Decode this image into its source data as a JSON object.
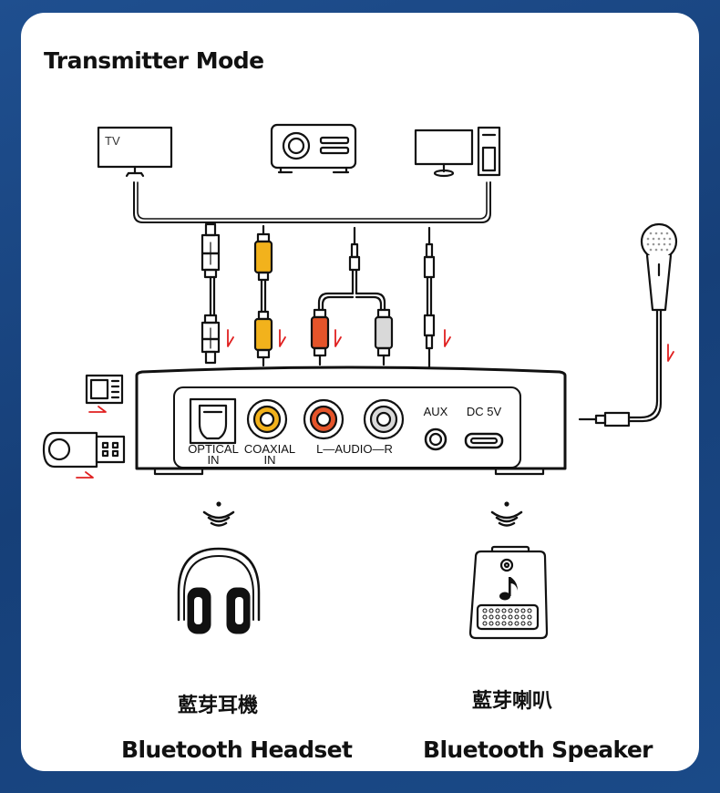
{
  "title": "Transmitter Mode",
  "sources": {
    "tv_label": "TV"
  },
  "ports": {
    "optical": "OPTICAL",
    "optical_sub": "IN",
    "coaxial": "COAXIAL",
    "coaxial_sub": "IN",
    "audio": "L—AUDIO—R",
    "aux": "AUX",
    "dc": "DC 5V"
  },
  "outputs": {
    "headset_cn": "藍芽耳機",
    "headset_en": "Bluetooth Headset",
    "speaker_cn": "藍芽喇叭",
    "speaker_en": "Bluetooth Speaker"
  },
  "colors": {
    "outline": "#111111",
    "coaxial_yellow": "#f2b21c",
    "rca_red": "#e5542a",
    "rca_white": "#d9d9d9",
    "arrow_red": "#e02020",
    "background_blue": "#1f4f8f"
  },
  "icons": [
    "tv-icon",
    "projector-icon",
    "desktop-computer-icon",
    "microphone-icon",
    "sd-card-icon",
    "usb-drive-icon",
    "wireless-signal-icon",
    "headphones-icon",
    "speaker-icon"
  ]
}
